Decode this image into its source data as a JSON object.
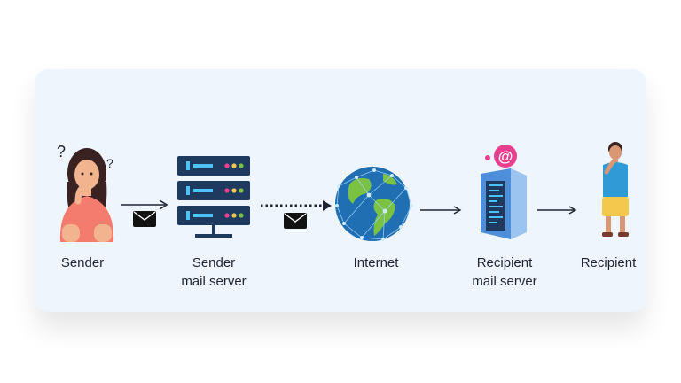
{
  "diagram": {
    "nodes": [
      {
        "id": "sender",
        "label_lines": [
          "Sender"
        ]
      },
      {
        "id": "sender-mail-server",
        "label_lines": [
          "Sender",
          "mail server"
        ]
      },
      {
        "id": "internet",
        "label_lines": [
          "Internet"
        ]
      },
      {
        "id": "recipient-mail-server",
        "label_lines": [
          "Recipient",
          "mail server"
        ]
      },
      {
        "id": "recipient",
        "label_lines": [
          "Recipient"
        ]
      }
    ],
    "edges": [
      {
        "from": "sender",
        "to": "sender-mail-server",
        "style": "solid",
        "carries": "envelope"
      },
      {
        "from": "sender-mail-server",
        "to": "internet",
        "style": "dotted",
        "carries": "envelope"
      },
      {
        "from": "internet",
        "to": "recipient-mail-server",
        "style": "solid"
      },
      {
        "from": "recipient-mail-server",
        "to": "recipient",
        "style": "solid"
      }
    ]
  },
  "icons": {
    "sender": "confused-woman-icon",
    "sender_server": "server-rack-icon",
    "internet": "globe-network-icon",
    "recipient_server": "mail-server-tower-icon",
    "recipient": "thinking-man-icon",
    "message": "envelope-icon",
    "mail_symbol": "@"
  },
  "colors": {
    "card_background": "#eef5fd",
    "server_dark": "#1e3a5f",
    "ocean": "#1f6fb2",
    "land": "#7cc242",
    "accent_pink": "#e8408f",
    "tower": "#4f8fd9",
    "shirt_coral": "#f47c6f",
    "shirt_blue": "#2f9bd6",
    "shorts_yellow": "#f2c94c"
  }
}
